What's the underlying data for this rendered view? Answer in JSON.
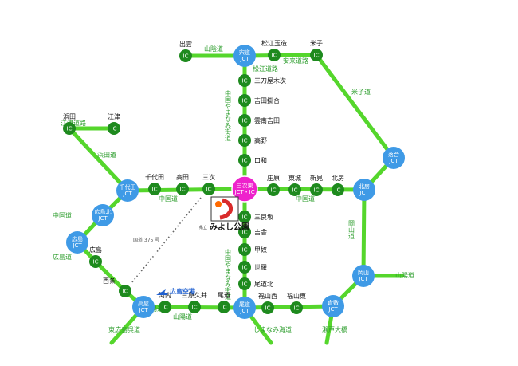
{
  "colors": {
    "road": "#55d62c",
    "ic": "#1e8a1e",
    "jct": "#3f9ae6",
    "hub": "#ee22cc",
    "airport": "#1e5fd0",
    "route375": "#666666",
    "road_label": "#2e9e2e"
  },
  "nodes": [
    {
      "id": "shinji",
      "kind": "jct",
      "text": [
        "宍道",
        "JCT"
      ],
      "label": ""
    },
    {
      "id": "izumo",
      "kind": "ic",
      "text": [
        "IC"
      ],
      "label": "出雲"
    },
    {
      "id": "matsue_tamatsukuri",
      "kind": "ic",
      "text": [
        "IC"
      ],
      "label": "松江玉造"
    },
    {
      "id": "yonago",
      "kind": "ic",
      "text": [
        "IC"
      ],
      "label": "米子"
    },
    {
      "id": "mitoya",
      "kind": "ic",
      "text": [
        "IC"
      ],
      "label": "三刀屋木次"
    },
    {
      "id": "yoshida",
      "kind": "ic",
      "text": [
        "IC"
      ],
      "label": "吉田掛合"
    },
    {
      "id": "unnan",
      "kind": "ic",
      "text": [
        "IC"
      ],
      "label": "雲南吉田"
    },
    {
      "id": "takano",
      "kind": "ic",
      "text": [
        "IC"
      ],
      "label": "高野"
    },
    {
      "id": "kuchiwa",
      "kind": "ic",
      "text": [
        "IC"
      ],
      "label": "口和"
    },
    {
      "id": "miyoshi_higashi",
      "kind": "hub",
      "text": [
        "三次東",
        "JCT・IC"
      ],
      "label": ""
    },
    {
      "id": "shobara",
      "kind": "ic",
      "text": [
        "IC"
      ],
      "label": "庄原"
    },
    {
      "id": "tojo",
      "kind": "ic",
      "text": [
        "IC"
      ],
      "label": "東城"
    },
    {
      "id": "niimi",
      "kind": "ic",
      "text": [
        "IC"
      ],
      "label": "新見"
    },
    {
      "id": "hokubo",
      "kind": "ic",
      "text": [
        "IC"
      ],
      "label": "北房"
    },
    {
      "id": "hokubo_jct",
      "kind": "jct",
      "text": [
        "北房",
        "JCT"
      ],
      "label": ""
    },
    {
      "id": "ochiai_jct",
      "kind": "jct",
      "text": [
        "落合",
        "JCT"
      ],
      "label": ""
    },
    {
      "id": "okayama_jct",
      "kind": "jct",
      "text": [
        "岡山",
        "JCT"
      ],
      "label": ""
    },
    {
      "id": "kurashiki_jct",
      "kind": "jct",
      "text": [
        "倉敷",
        "JCT"
      ],
      "label": ""
    },
    {
      "id": "miyoshi",
      "kind": "ic",
      "text": [
        "IC"
      ],
      "label": "三次"
    },
    {
      "id": "takata",
      "kind": "ic",
      "text": [
        "IC"
      ],
      "label": "高田"
    },
    {
      "id": "chiyoda",
      "kind": "ic",
      "text": [
        "IC"
      ],
      "label": "千代田"
    },
    {
      "id": "chiyoda_jct",
      "kind": "jct",
      "text": [
        "千代田",
        "JCT"
      ],
      "label": ""
    },
    {
      "id": "hamada",
      "kind": "ic",
      "text": [
        "IC"
      ],
      "label": "浜田"
    },
    {
      "id": "gotsu",
      "kind": "ic",
      "text": [
        "IC"
      ],
      "label": "江津"
    },
    {
      "id": "hiroshimakita_jct",
      "kind": "jct",
      "text": [
        "広島北",
        "JCT"
      ],
      "label": ""
    },
    {
      "id": "hiroshima_jct",
      "kind": "jct",
      "text": [
        "広島",
        "JCT"
      ],
      "label": ""
    },
    {
      "id": "hiroshima_ic",
      "kind": "ic",
      "text": [
        "IC"
      ],
      "label": "広島"
    },
    {
      "id": "saijo",
      "kind": "ic",
      "text": [
        "IC"
      ],
      "label": "西条"
    },
    {
      "id": "takaya_jct",
      "kind": "jct",
      "text": [
        "高屋",
        "JCT"
      ],
      "label": ""
    },
    {
      "id": "kochi",
      "kind": "ic",
      "text": [
        "IC"
      ],
      "label": "河内"
    },
    {
      "id": "mihara",
      "kind": "ic",
      "text": [
        "IC"
      ],
      "label": "三原久井"
    },
    {
      "id": "onomichi",
      "kind": "ic",
      "text": [
        "IC"
      ],
      "label": "尾道"
    },
    {
      "id": "onomichi_jct",
      "kind": "jct",
      "text": [
        "尾道",
        "JCT"
      ],
      "label": ""
    },
    {
      "id": "fukuyama_nishi",
      "kind": "ic",
      "text": [
        "IC"
      ],
      "label": "福山西"
    },
    {
      "id": "fukuyama_higashi",
      "kind": "ic",
      "text": [
        "IC"
      ],
      "label": "福山東"
    },
    {
      "id": "mirasaka",
      "kind": "ic",
      "text": [
        "IC"
      ],
      "label": "三良坂"
    },
    {
      "id": "kisa",
      "kind": "ic",
      "text": [
        "IC"
      ],
      "label": "吉舎"
    },
    {
      "id": "konu",
      "kind": "ic",
      "text": [
        "IC"
      ],
      "label": "甲奴"
    },
    {
      "id": "sera",
      "kind": "ic",
      "text": [
        "IC"
      ],
      "label": "世羅"
    },
    {
      "id": "onomichi_kita",
      "kind": "ic",
      "text": [
        "IC"
      ],
      "label": "尾道北"
    }
  ],
  "road_labels": [
    "山陰道",
    "安来道路",
    "松江道路",
    "中国やまなみ街道",
    "米子道",
    "江津道路",
    "浜田道",
    "中国道",
    "中国道",
    "中国道",
    "岡山道",
    "山陽道",
    "広島道",
    "山陽道",
    "中国やまなみ街道",
    "東広島呉道",
    "山陽道",
    "しまなみ海道",
    "瀬戸大橋"
  ],
  "route375_label": "国道 375 号",
  "airport_label": "広島空港",
  "park": {
    "prefix": "県立",
    "name": "みよし公園"
  }
}
